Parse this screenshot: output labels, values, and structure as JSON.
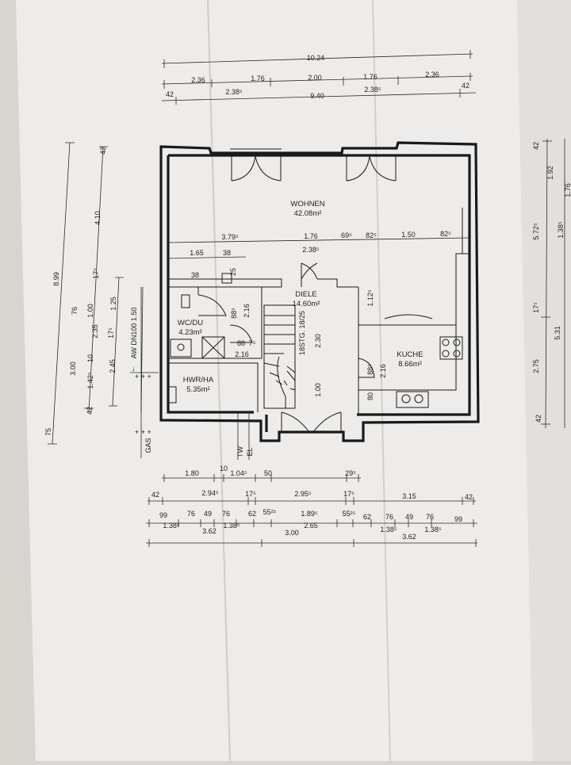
{
  "rooms": {
    "wohnen": {
      "name": "WOHNEN",
      "area": "42.08m²"
    },
    "diele": {
      "name": "DIELE",
      "area": "14.60m²"
    },
    "wcdu": {
      "name": "WC/DU",
      "area": "4.23m²"
    },
    "kuche": {
      "name": "KUCHE",
      "area": "8.66m²"
    },
    "hwr": {
      "name": "HWR/HA",
      "area": "5.35m²"
    }
  },
  "labels": {
    "stair": "18STG. 18/25",
    "gas": "GAS",
    "tw": "TW",
    "el": "EL",
    "aw": "AW DN100 1.50"
  },
  "dims_top": {
    "row1": [
      "10.24"
    ],
    "row2": [
      "2.36",
      "1.76",
      "2.00",
      "1.76",
      "2.36"
    ],
    "row3": [
      "42",
      "2.38⁵",
      "9.40",
      "2.38⁵",
      "42"
    ]
  },
  "dims_inner": {
    "wohnen_row": [
      "3.79⁵",
      "1.76",
      "69⁵",
      "82⁵",
      "1.50",
      "82⁵"
    ],
    "wohnen_sub": [
      "1.65",
      "38",
      "2.38⁵"
    ],
    "misc": [
      "38",
      "25",
      "88⁵",
      "2.16",
      "88",
      "7⁵",
      "2.16",
      "2.30",
      "1.00",
      "1.12⁵",
      "88⁵",
      "2.16",
      "80"
    ]
  },
  "dims_left": [
    "8.99",
    "42",
    "4.10",
    "17⁵",
    "76",
    "1.00",
    "1.25",
    "2.35",
    "17⁵",
    "3.00",
    "10",
    "1.42⁵",
    "2.45",
    "42",
    "75"
  ],
  "dims_right": [
    "42",
    "1.92",
    "1.76",
    "5.72⁵",
    "1.38⁵",
    "17⁵",
    "2.75",
    "5.31",
    "42"
  ],
  "dims_bottom": {
    "row1": [
      "1.80",
      "10",
      "1.04⁵",
      "50",
      "29⁵"
    ],
    "row2": [
      "42",
      "2.94⁵",
      "17⁵",
      "2.95⁵",
      "17⁵",
      "3.15",
      "42"
    ],
    "row3": [
      "99",
      "76",
      "49",
      "76",
      "62",
      "55²⁵",
      "1.89⁵",
      "55²⁵",
      "62",
      "76",
      "49",
      "76",
      "99"
    ],
    "row4": [
      "1.38⁵",
      "1.38⁵",
      "2.65",
      "1.38⁵",
      "1.38⁵"
    ],
    "row5": [
      "3.62",
      "3.00",
      "3.62"
    ]
  }
}
